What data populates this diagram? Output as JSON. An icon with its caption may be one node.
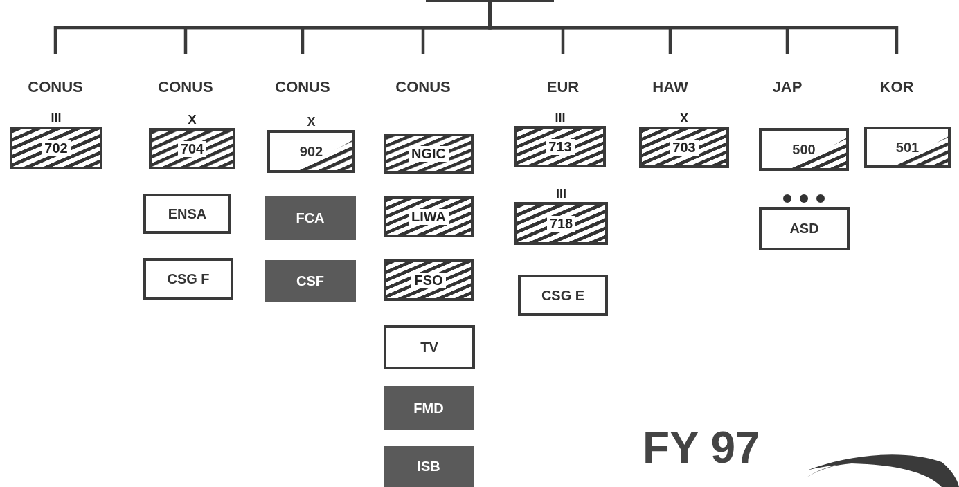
{
  "diagram": {
    "nodes": [
      {
        "text": [],
        "shape": "box"
      },
      {
        "text": [
          "CONUS"
        ]
      },
      {
        "text": [
          "CONUS"
        ]
      },
      {
        "text": [
          "CONUS"
        ]
      },
      {
        "text": [
          "CONUS"
        ]
      },
      {
        "text": [
          "EUR"
        ]
      },
      {
        "text": [
          "HAW"
        ]
      },
      {
        "text": [
          "JAP"
        ]
      },
      {
        "text": [
          "KOR"
        ]
      },
      {
        "text": [
          "702"
        ],
        "beside": [
          "III"
        ]
      },
      {
        "text": [
          "704"
        ],
        "beside": [
          "X"
        ]
      },
      {
        "text": [
          "ENSA"
        ]
      },
      {
        "text": [
          "CSG F"
        ]
      },
      {
        "text": [
          "902"
        ],
        "beside": [
          "X"
        ]
      },
      {
        "text": [
          "FCA"
        ]
      },
      {
        "text": [
          "CSF"
        ]
      },
      {
        "text": [
          "NGIC"
        ]
      },
      {
        "text": [
          "LIWA"
        ]
      },
      {
        "text": [
          "FSO"
        ]
      },
      {
        "text": [
          "TV"
        ]
      },
      {
        "text": [
          "FMD"
        ]
      },
      {
        "text": [
          "ISB"
        ]
      },
      {
        "text": [
          "713"
        ],
        "beside": [
          "III"
        ]
      },
      {
        "text": [
          "718"
        ],
        "beside": [
          "III"
        ]
      },
      {
        "text": [
          "CSG E"
        ]
      },
      {
        "text": [
          "703"
        ],
        "beside": [
          "X"
        ]
      },
      {
        "text": [
          "500"
        ]
      },
      {
        "text": [
          "ASD"
        ]
      },
      {
        "text": [
          "501"
        ]
      }
    ],
    "edges": [
      {
        "from": 0,
        "to": 1,
        "arrow": "none"
      },
      {
        "from": 0,
        "to": 2,
        "arrow": "none"
      },
      {
        "from": 0,
        "to": 3,
        "arrow": "none"
      },
      {
        "from": 0,
        "to": 4,
        "arrow": "none"
      },
      {
        "from": 0,
        "to": 5,
        "arrow": "none"
      },
      {
        "from": 0,
        "to": 6,
        "arrow": "none"
      },
      {
        "from": 0,
        "to": 7,
        "arrow": "none"
      },
      {
        "from": 0,
        "to": 8,
        "arrow": "none"
      }
    ],
    "labels": [
      "FY 97"
    ]
  }
}
